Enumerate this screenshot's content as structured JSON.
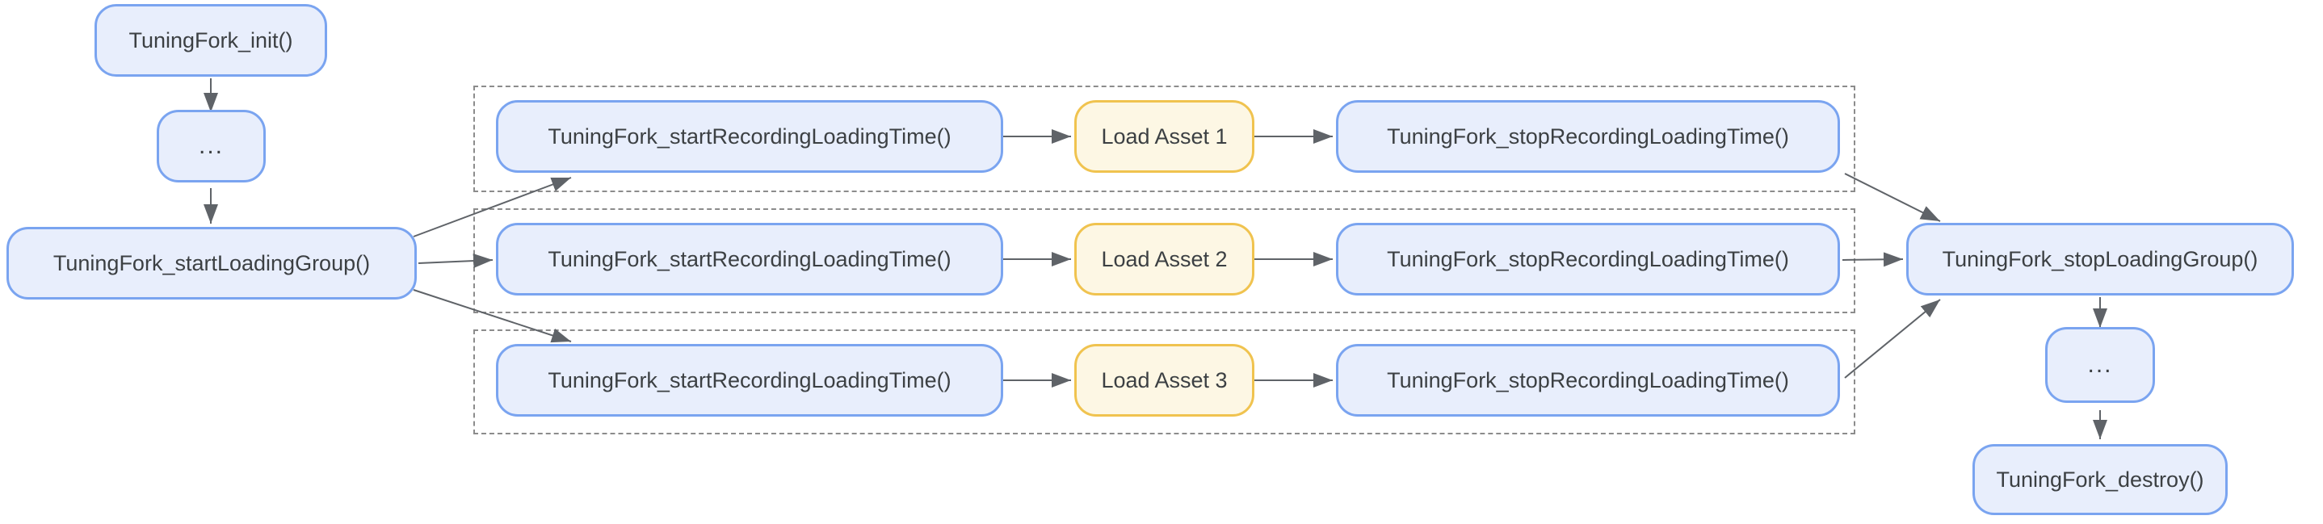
{
  "diagram": {
    "description": "TuningFork loading group call flow",
    "nodes": {
      "init": "TuningFork_init()",
      "ellipsis_top": "...",
      "start_loading_group": "TuningFork_startLoadingGroup()",
      "stop_loading_group": "TuningFork_stopLoadingGroup()",
      "ellipsis_bottom": "...",
      "destroy": "TuningFork_destroy()"
    },
    "rows": [
      {
        "start_recording": "TuningFork_startRecordingLoadingTime()",
        "load_asset": "Load Asset 1",
        "stop_recording": "TuningFork_stopRecordingLoadingTime()"
      },
      {
        "start_recording": "TuningFork_startRecordingLoadingTime()",
        "load_asset": "Load Asset 2",
        "stop_recording": "TuningFork_stopRecordingLoadingTime()"
      },
      {
        "start_recording": "TuningFork_startRecordingLoadingTime()",
        "load_asset": "Load Asset 3",
        "stop_recording": "TuningFork_stopRecordingLoadingTime()"
      }
    ]
  },
  "colors": {
    "blue_fill": "#e8eefc",
    "blue_border": "#7aa4f0",
    "yellow_fill": "#fdf7e4",
    "yellow_border": "#f0c34f",
    "arrow": "#5f6368",
    "dash": "#8c8c8c",
    "text": "#3c4043"
  }
}
